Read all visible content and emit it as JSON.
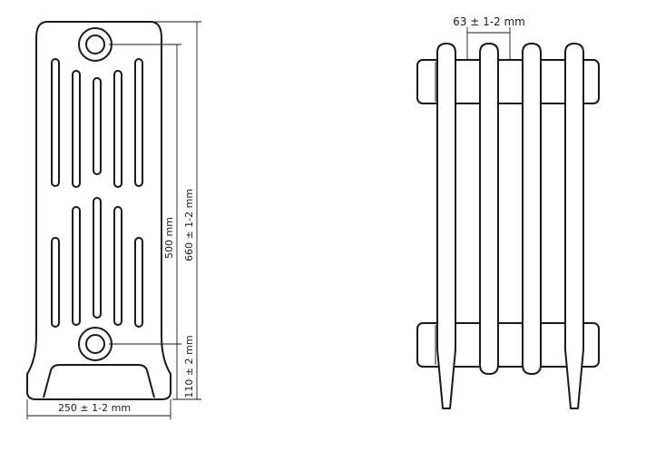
{
  "dimensions": {
    "width_label": "250 ± 1-2 mm",
    "height_total_label": "660 ± 1-2 mm",
    "axis_distance_label": "500 mm",
    "bottom_height_label": "110 ± 2 mm",
    "section_pitch_label": "63 ± 1-2 mm"
  }
}
